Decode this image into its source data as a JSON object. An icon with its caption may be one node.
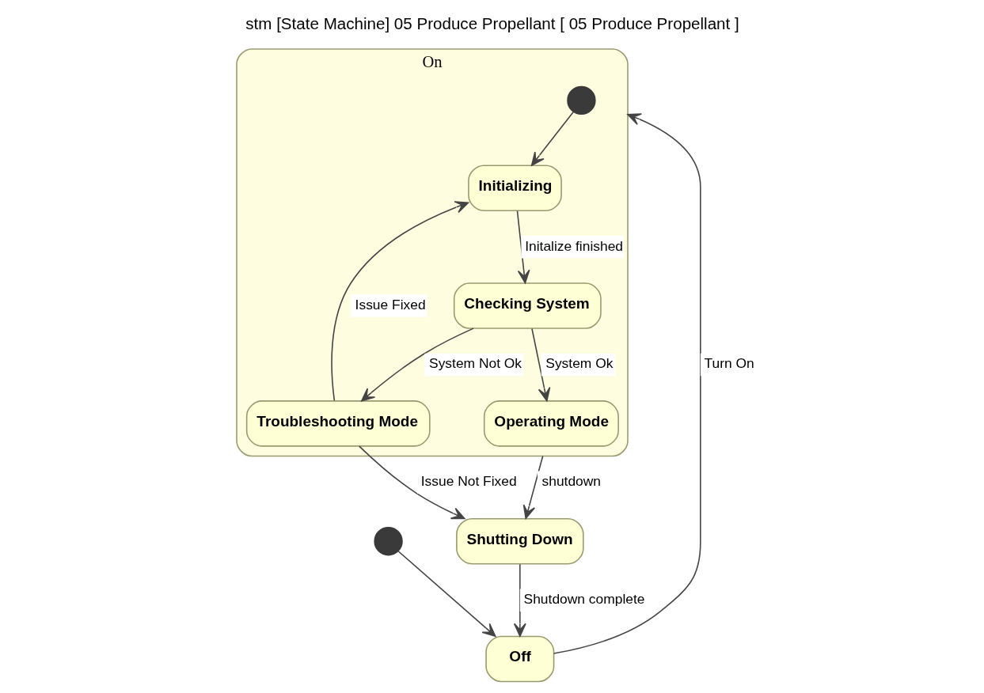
{
  "diagram": {
    "title": "stm [State Machine] 05 Produce Propellant [ 05 Produce Propellant ]",
    "nodes": [
      {
        "text": [],
        "shape": "circle"
      },
      {
        "text": [
          "Off"
        ]
      },
      {
        "text": [
          "On"
        ]
      },
      {
        "text": [],
        "shape": "circle",
        "in": 2
      },
      {
        "text": [
          "Troubleshooting Mode"
        ],
        "in": 2
      },
      {
        "text": [
          "Initializing"
        ],
        "in": 2
      },
      {
        "text": [
          "Checking System"
        ],
        "in": 2
      },
      {
        "text": [
          "Operating Mode"
        ],
        "in": 2
      },
      {
        "text": [
          "Shutting Down"
        ]
      }
    ],
    "edges": [
      {
        "from": 0,
        "to": 1,
        "arrow": "to"
      },
      {
        "from": 1,
        "to": 2,
        "label": "Turn On",
        "arrow": "to"
      },
      {
        "from": 3,
        "to": 5,
        "arrow": "to"
      },
      {
        "from": 4,
        "to": 8,
        "label": "Issue Not Fixed",
        "arrow": "to"
      },
      {
        "from": 4,
        "to": 5,
        "label": "Issue Fixed",
        "arrow": "to"
      },
      {
        "from": 5,
        "to": 6,
        "label": "Initalize finished",
        "arrow": "to"
      },
      {
        "from": 6,
        "to": 4,
        "label": "System Not Ok",
        "arrow": "to"
      },
      {
        "from": 6,
        "to": 7,
        "label": "System Ok",
        "arrow": "to"
      },
      {
        "from": 2,
        "to": 8,
        "label": "shutdown",
        "arrow": "to"
      },
      {
        "from": 8,
        "to": 1,
        "label": "Shutdown complete",
        "arrow": "to"
      }
    ]
  }
}
